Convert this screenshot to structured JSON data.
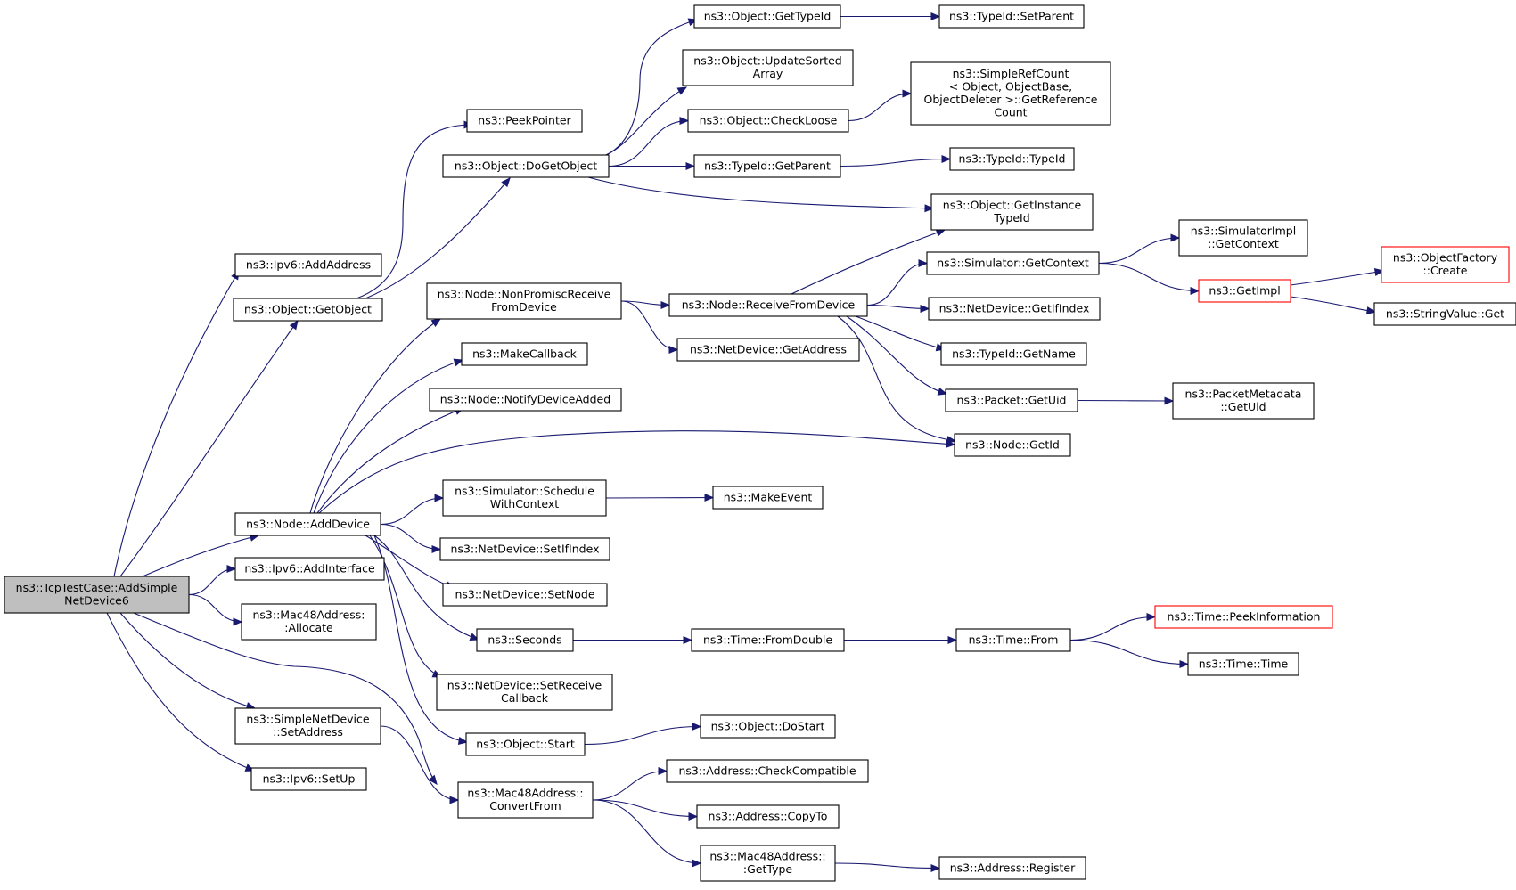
{
  "colors": {
    "edge": "#191970",
    "root_fill": "#bfbfbf",
    "highlight_border": "#ff0000"
  },
  "nodes": [
    {
      "id": "root",
      "lines": [
        "ns3::TcpTestCase::AddSimple",
        "NetDevice6"
      ],
      "style": "root"
    },
    {
      "id": "ipv6addaddr",
      "lines": [
        "ns3::Ipv6::AddAddress"
      ]
    },
    {
      "id": "getobject",
      "lines": [
        "ns3::Object::GetObject"
      ]
    },
    {
      "id": "adddevice",
      "lines": [
        "ns3::Node::AddDevice"
      ]
    },
    {
      "id": "addinterface",
      "lines": [
        "ns3::Ipv6::AddInterface"
      ]
    },
    {
      "id": "allocate",
      "lines": [
        "ns3::Mac48Address:",
        ":Allocate"
      ]
    },
    {
      "id": "sndsetaddr",
      "lines": [
        "ns3::SimpleNetDevice",
        "::SetAddress"
      ]
    },
    {
      "id": "setup",
      "lines": [
        "ns3::Ipv6::SetUp"
      ]
    },
    {
      "id": "peekpointer",
      "lines": [
        "ns3::PeekPointer"
      ]
    },
    {
      "id": "dogetobject",
      "lines": [
        "ns3::Object::DoGetObject"
      ]
    },
    {
      "id": "nonpromisc",
      "lines": [
        "ns3::Node::NonPromiscReceive",
        "FromDevice"
      ]
    },
    {
      "id": "makecallback",
      "lines": [
        "ns3::MakeCallback"
      ]
    },
    {
      "id": "notifydevadded",
      "lines": [
        "ns3::Node::NotifyDeviceAdded"
      ]
    },
    {
      "id": "schedctx",
      "lines": [
        "ns3::Simulator::Schedule",
        "WithContext"
      ]
    },
    {
      "id": "setifindex",
      "lines": [
        "ns3::NetDevice::SetIfIndex"
      ]
    },
    {
      "id": "setnode",
      "lines": [
        "ns3::NetDevice::SetNode"
      ]
    },
    {
      "id": "seconds",
      "lines": [
        "ns3::Seconds"
      ]
    },
    {
      "id": "setrecvcb",
      "lines": [
        "ns3::NetDevice::SetReceive",
        "Callback"
      ]
    },
    {
      "id": "objstart",
      "lines": [
        "ns3::Object::Start"
      ]
    },
    {
      "id": "convertfrom",
      "lines": [
        "ns3::Mac48Address::",
        "ConvertFrom"
      ]
    },
    {
      "id": "gettypeid",
      "lines": [
        "ns3::Object::GetTypeId"
      ]
    },
    {
      "id": "updatesorted",
      "lines": [
        "ns3::Object::UpdateSorted",
        "Array"
      ]
    },
    {
      "id": "checkloose",
      "lines": [
        "ns3::Object::CheckLoose"
      ]
    },
    {
      "id": "getparent",
      "lines": [
        "ns3::TypeId::GetParent"
      ]
    },
    {
      "id": "recvfromdev",
      "lines": [
        "ns3::Node::ReceiveFromDevice"
      ]
    },
    {
      "id": "ndgetaddress",
      "lines": [
        "ns3::NetDevice::GetAddress"
      ]
    },
    {
      "id": "makeevent",
      "lines": [
        "ns3::MakeEvent"
      ]
    },
    {
      "id": "fromdouble",
      "lines": [
        "ns3::Time::FromDouble"
      ]
    },
    {
      "id": "dostart",
      "lines": [
        "ns3::Object::DoStart"
      ]
    },
    {
      "id": "checkcompat",
      "lines": [
        "ns3::Address::CheckCompatible"
      ]
    },
    {
      "id": "copyto",
      "lines": [
        "ns3::Address::CopyTo"
      ]
    },
    {
      "id": "mac48gettype",
      "lines": [
        "ns3::Mac48Address::",
        ":GetType"
      ]
    },
    {
      "id": "setparent",
      "lines": [
        "ns3::TypeId::SetParent"
      ]
    },
    {
      "id": "getrefcount",
      "lines": [
        "ns3::SimpleRefCount",
        "< Object, ObjectBase,",
        " ObjectDeleter >::GetReference",
        "Count"
      ]
    },
    {
      "id": "typeidctor",
      "lines": [
        "ns3::TypeId::TypeId"
      ]
    },
    {
      "id": "getinsttypeid",
      "lines": [
        "ns3::Object::GetInstance",
        "TypeId"
      ]
    },
    {
      "id": "simgetctx",
      "lines": [
        "ns3::Simulator::GetContext"
      ]
    },
    {
      "id": "getifindex",
      "lines": [
        "ns3::NetDevice::GetIfIndex"
      ]
    },
    {
      "id": "typeidgetname",
      "lines": [
        "ns3::TypeId::GetName"
      ]
    },
    {
      "id": "packetgetuid",
      "lines": [
        "ns3::Packet::GetUid"
      ]
    },
    {
      "id": "nodegetid",
      "lines": [
        "ns3::Node::GetId"
      ]
    },
    {
      "id": "timefrom",
      "lines": [
        "ns3::Time::From"
      ]
    },
    {
      "id": "addrregister",
      "lines": [
        "ns3::Address::Register"
      ]
    },
    {
      "id": "simimplgetctx",
      "lines": [
        "ns3::SimulatorImpl",
        "::GetContext"
      ]
    },
    {
      "id": "getimpl",
      "lines": [
        "ns3::GetImpl"
      ],
      "style": "red"
    },
    {
      "id": "pmgetuid",
      "lines": [
        "ns3::PacketMetadata",
        "::GetUid"
      ]
    },
    {
      "id": "peekinfo",
      "lines": [
        "ns3::Time::PeekInformation"
      ],
      "style": "red"
    },
    {
      "id": "timector",
      "lines": [
        "ns3::Time::Time"
      ]
    },
    {
      "id": "objfactcreate",
      "lines": [
        "ns3::ObjectFactory",
        "::Create"
      ],
      "style": "red"
    },
    {
      "id": "stringvalget",
      "lines": [
        "ns3::StringValue::Get"
      ]
    }
  ],
  "edges": [
    [
      "root",
      "ipv6addaddr"
    ],
    [
      "root",
      "getobject"
    ],
    [
      "root",
      "adddevice"
    ],
    [
      "root",
      "addinterface"
    ],
    [
      "root",
      "allocate"
    ],
    [
      "root",
      "sndsetaddr"
    ],
    [
      "root",
      "setup"
    ],
    [
      "root",
      "convertfrom"
    ],
    [
      "getobject",
      "peekpointer"
    ],
    [
      "getobject",
      "dogetobject"
    ],
    [
      "dogetobject",
      "gettypeid"
    ],
    [
      "dogetobject",
      "updatesorted"
    ],
    [
      "dogetobject",
      "checkloose"
    ],
    [
      "dogetobject",
      "getparent"
    ],
    [
      "dogetobject",
      "getinsttypeid"
    ],
    [
      "gettypeid",
      "setparent"
    ],
    [
      "checkloose",
      "getrefcount"
    ],
    [
      "getparent",
      "typeidctor"
    ],
    [
      "adddevice",
      "nonpromisc"
    ],
    [
      "adddevice",
      "makecallback"
    ],
    [
      "adddevice",
      "notifydevadded"
    ],
    [
      "adddevice",
      "nodegetid"
    ],
    [
      "adddevice",
      "schedctx"
    ],
    [
      "adddevice",
      "setifindex"
    ],
    [
      "adddevice",
      "setnode"
    ],
    [
      "adddevice",
      "seconds"
    ],
    [
      "adddevice",
      "setrecvcb"
    ],
    [
      "adddevice",
      "objstart"
    ],
    [
      "nonpromisc",
      "recvfromdev"
    ],
    [
      "nonpromisc",
      "ndgetaddress"
    ],
    [
      "recvfromdev",
      "getinsttypeid"
    ],
    [
      "recvfromdev",
      "simgetctx"
    ],
    [
      "recvfromdev",
      "getifindex"
    ],
    [
      "recvfromdev",
      "typeidgetname"
    ],
    [
      "recvfromdev",
      "packetgetuid"
    ],
    [
      "recvfromdev",
      "nodegetid"
    ],
    [
      "simgetctx",
      "simimplgetctx"
    ],
    [
      "simgetctx",
      "getimpl"
    ],
    [
      "getimpl",
      "objfactcreate"
    ],
    [
      "getimpl",
      "stringvalget"
    ],
    [
      "packetgetuid",
      "pmgetuid"
    ],
    [
      "schedctx",
      "makeevent"
    ],
    [
      "seconds",
      "fromdouble"
    ],
    [
      "fromdouble",
      "timefrom"
    ],
    [
      "timefrom",
      "peekinfo"
    ],
    [
      "timefrom",
      "timector"
    ],
    [
      "objstart",
      "dostart"
    ],
    [
      "sndsetaddr",
      "convertfrom"
    ],
    [
      "convertfrom",
      "checkcompat"
    ],
    [
      "convertfrom",
      "copyto"
    ],
    [
      "convertfrom",
      "mac48gettype"
    ],
    [
      "mac48gettype",
      "addrregister"
    ]
  ]
}
